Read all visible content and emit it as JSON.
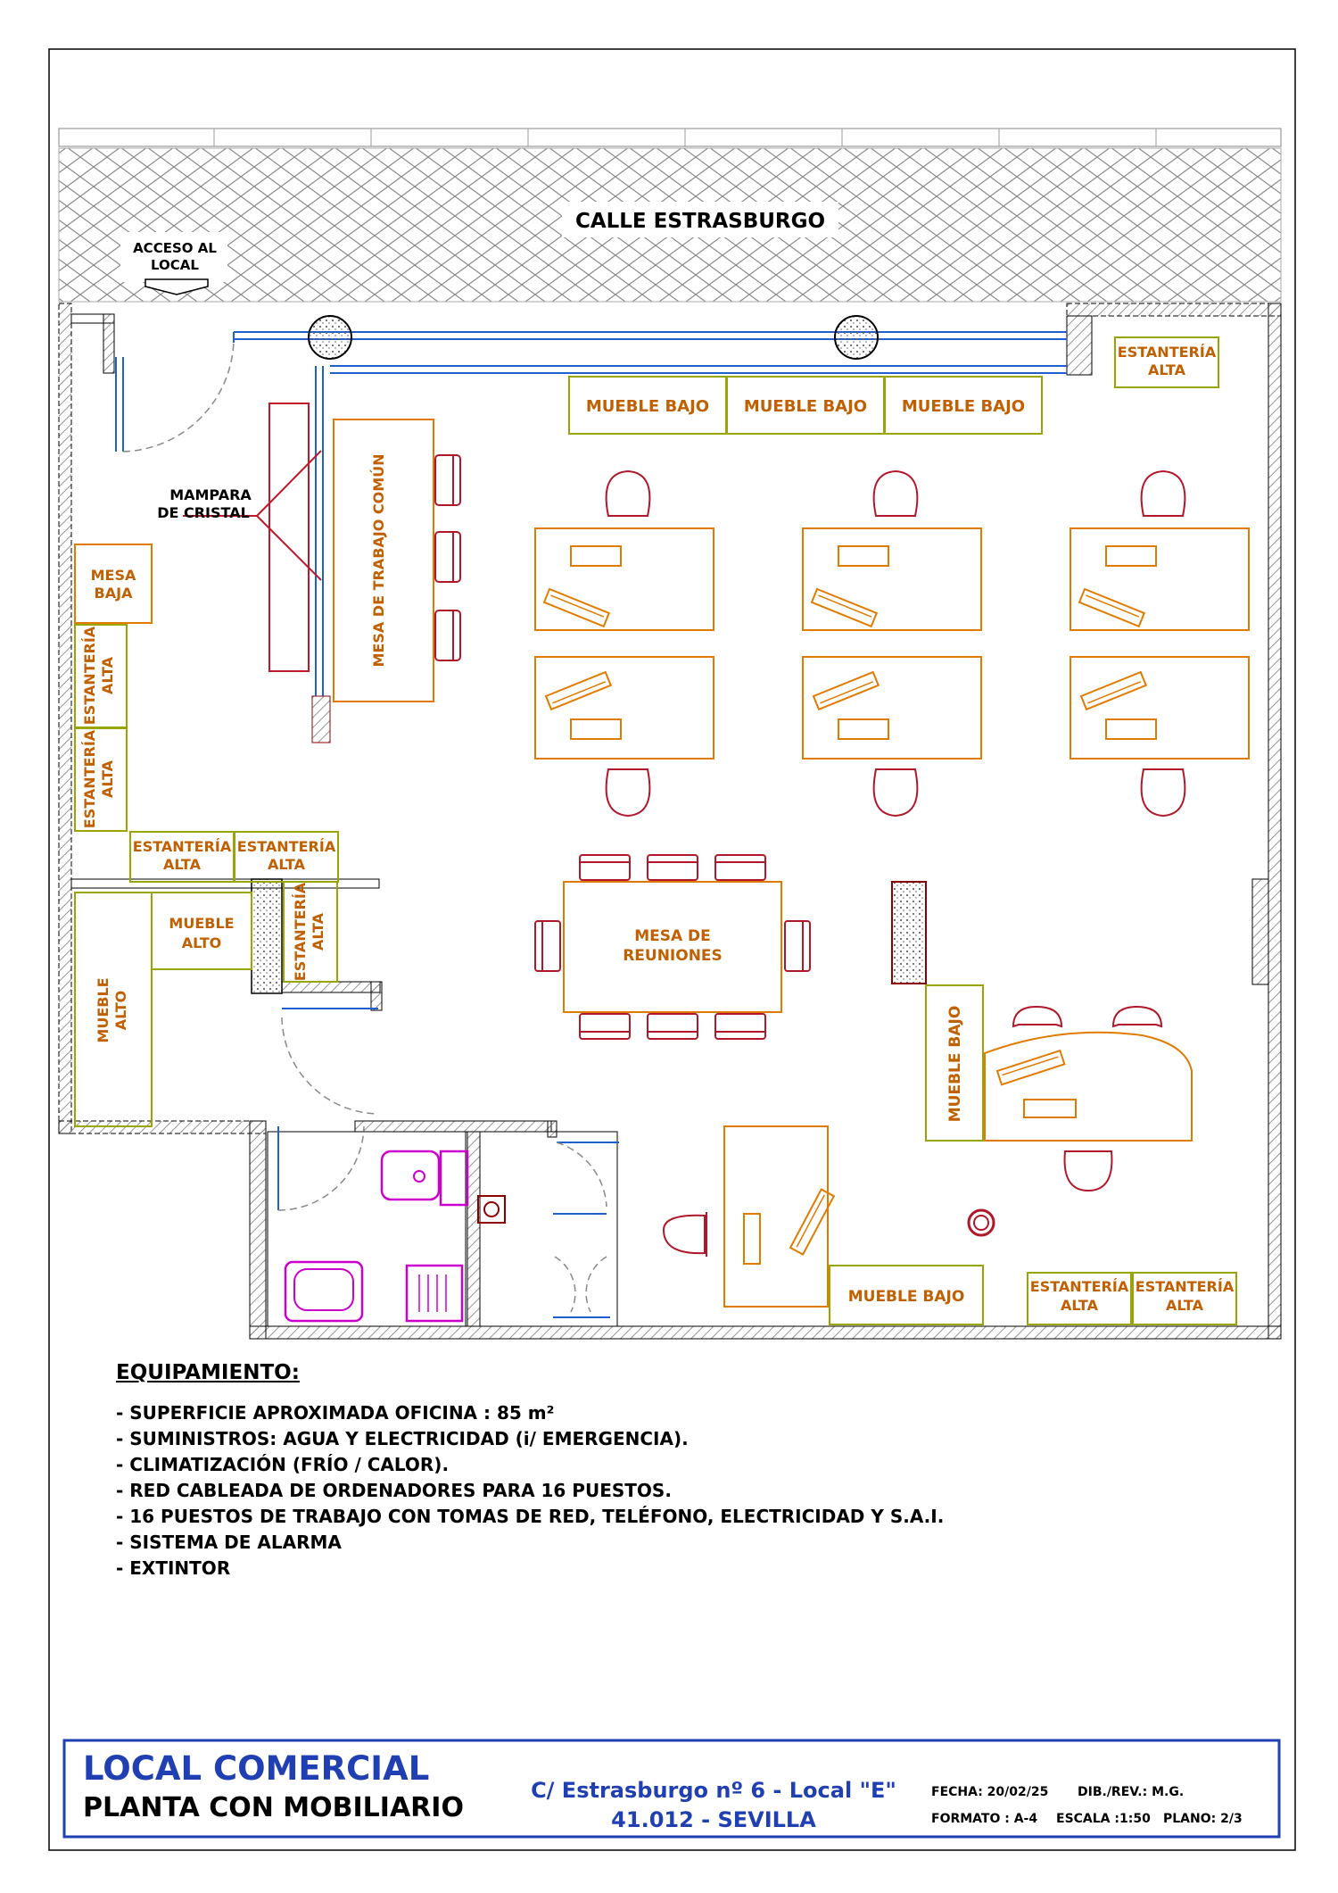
{
  "street": "CALLE ESTRASBURGO",
  "access_label": [
    "ACCESO AL",
    "LOCAL"
  ],
  "labels": {
    "mampara": [
      "MAMPARA",
      "DE CRISTAL"
    ],
    "mesa_trabajo": "MESA DE TRABAJO COMÚN",
    "mesa_baja": [
      "MESA",
      "BAJA"
    ],
    "mueble_bajo": "MUEBLE BAJO",
    "mueble_alto": [
      "MUEBLE",
      "ALTO"
    ],
    "estanteria_alta": [
      "ESTANTERÍA",
      "ALTA"
    ],
    "mesa_reuniones": [
      "MESA DE",
      "REUNIONES"
    ]
  },
  "equipment": {
    "title": "EQUIPAMIENTO:",
    "items": [
      "- SUPERFICIE APROXIMADA OFICINA : 85 m²",
      "- SUMINISTROS: AGUA Y ELECTRICIDAD (i/ EMERGENCIA).",
      "- CLIMATIZACIÓN (FRÍO / CALOR).",
      "- RED CABLEADA DE ORDENADORES PARA 16 PUESTOS.",
      "- 16 PUESTOS DE TRABAJO CON TOMAS DE RED, TELÉFONO, ELECTRICIDAD Y S.A.I.",
      "- SISTEMA DE ALARMA",
      "- EXTINTOR"
    ]
  },
  "title_block": {
    "title1": "LOCAL COMERCIAL",
    "title2": "PLANTA CON MOBILIARIO",
    "address1": "C/ Estrasburgo nº 6 - Local \"E\"",
    "address2": "41.012 - SEVILLA",
    "fecha": "FECHA: 20/02/25",
    "dib": "DIB./REV.: M.G.",
    "formato": "FORMATO : A-4",
    "escala": "ESCALA :1:50",
    "plano": "PLANO: 2/3"
  },
  "colors": {
    "furniture": "#e07b00",
    "cabinet": "#9aa600",
    "chair": "#b0182a",
    "glass": "#1f5fd0",
    "sanitary": "#cc00cc",
    "wall_hatch": "#888888",
    "title_blue": "#1f3fb2"
  }
}
